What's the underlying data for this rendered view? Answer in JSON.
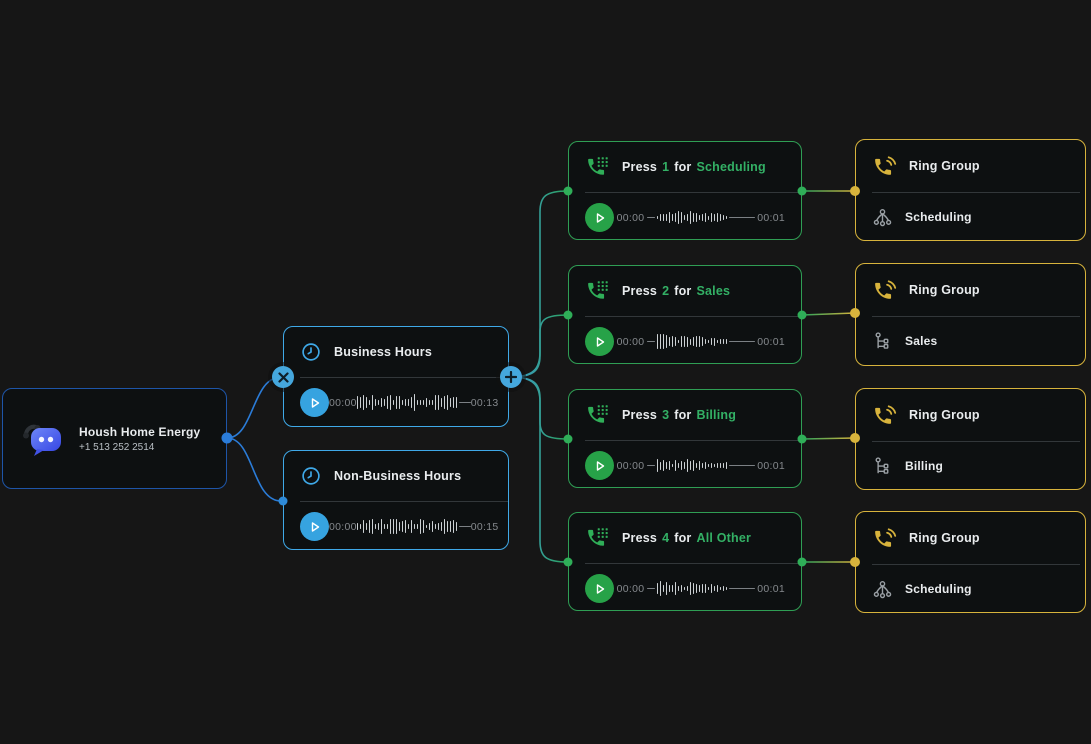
{
  "flow": {
    "entry": {
      "title": "Housh Home Energy",
      "phone": "+1 513 252 2514"
    },
    "schedules": [
      {
        "title": "Business Hours",
        "elapsed": "00:00",
        "duration": "00:13"
      },
      {
        "title": "Non-Business Hours",
        "elapsed": "00:00",
        "duration": "00:15"
      }
    ],
    "menu_options": [
      {
        "press_word": "Press",
        "key": "1",
        "for_word": "for",
        "target": "Scheduling",
        "elapsed": "00:00",
        "duration": "00:01"
      },
      {
        "press_word": "Press",
        "key": "2",
        "for_word": "for",
        "target": "Sales",
        "elapsed": "00:00",
        "duration": "00:01"
      },
      {
        "press_word": "Press",
        "key": "3",
        "for_word": "for",
        "target": "Billing",
        "elapsed": "00:00",
        "duration": "00:01"
      },
      {
        "press_word": "Press",
        "key": "4",
        "for_word": "for",
        "target": "All Other",
        "elapsed": "00:00",
        "duration": "00:01"
      }
    ],
    "ring_groups": [
      {
        "title": "Ring Group",
        "label": "Scheduling"
      },
      {
        "title": "Ring Group",
        "label": "Sales"
      },
      {
        "title": "Ring Group",
        "label": "Billing"
      },
      {
        "title": "Ring Group",
        "label": "Scheduling"
      }
    ],
    "connections": [
      {
        "from": "entry",
        "to": "business-hours"
      },
      {
        "from": "entry",
        "to": "non-business-hours"
      },
      {
        "from": "business-hours",
        "to": "press-1"
      },
      {
        "from": "business-hours",
        "to": "press-2"
      },
      {
        "from": "business-hours",
        "to": "press-3"
      },
      {
        "from": "business-hours",
        "to": "press-4"
      },
      {
        "from": "press-1",
        "to": "ring-group-1"
      },
      {
        "from": "press-2",
        "to": "ring-group-2"
      },
      {
        "from": "press-3",
        "to": "ring-group-3"
      },
      {
        "from": "press-4",
        "to": "ring-group-4"
      }
    ]
  },
  "icons": {
    "entry": "chat-bubble-phone-logo-icon",
    "schedule": "clock-icon",
    "menu": "phone-keypad-icon",
    "ring": "phone-ringing-icon",
    "ring_subs": [
      "hierarchy-icon",
      "branch-icon",
      "branch-icon",
      "hierarchy-icon"
    ],
    "play": "play-icon",
    "delete_connection": "close-icon",
    "add_connection": "plus-icon"
  },
  "colors": {
    "canvas_bg": "#161616",
    "node_bg": "#0d1011",
    "entry_border": "#1e55a8",
    "schedule_accent": "#3fa9e8",
    "menu_accent": "#2f9e54",
    "menu_text_green": "#33b065",
    "ring_accent": "#d7b33c",
    "edge_blue": "#2b7cd8",
    "edge_green": "#2aa35c",
    "edge_yellow": "#d7b33c",
    "play_blue": "#36a3e0",
    "play_green": "#27a248",
    "button_blue": "#45a7dd"
  }
}
